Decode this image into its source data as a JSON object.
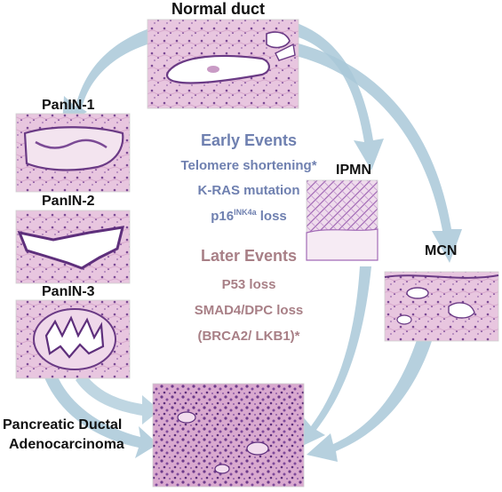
{
  "colors": {
    "arrow": "#a9c8d8",
    "early_text": "#6f80b0",
    "later_text": "#a87f86",
    "tissue_pink": "#e6bfdc",
    "tissue_purple": "#6a3a85"
  },
  "stages": {
    "normal_duct": "Normal duct",
    "panin1": "PanIN-1",
    "panin2": "PanIN-2",
    "panin3": "PanIN-3",
    "ipmn": "IPMN",
    "mcn": "MCN",
    "pdac_line1": "Pancreatic Ductal",
    "pdac_line2": "Adenocarcinoma"
  },
  "early_events": {
    "heading": "Early Events",
    "telomere": "Telomere shortening*",
    "kras": "K-RAS mutation",
    "p16_prefix": "p16",
    "p16_sup": "INK4a",
    "p16_suffix": " loss"
  },
  "later_events": {
    "heading": "Later Events",
    "p53": "P53 loss",
    "smad4": "SMAD4/DPC loss",
    "brca": "(BRCA2/ LKB1)*"
  }
}
